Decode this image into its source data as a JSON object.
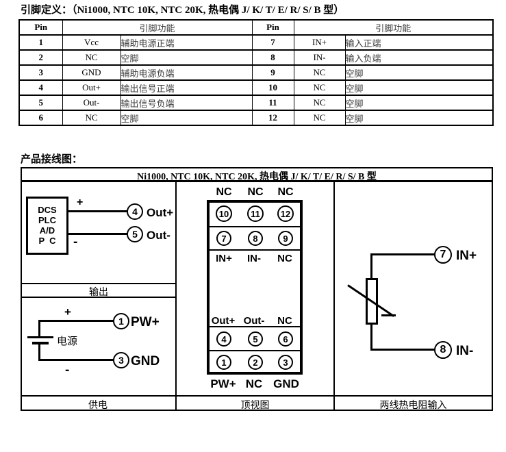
{
  "doc": {
    "pin_def_title": "引脚定义：（Ni1000, NTC 10K, NTC 20K, 热电偶 J/ K/ T/ E/ R/ S/ B 型）",
    "wiring_title": "产品接线图："
  },
  "pin_table": {
    "header": {
      "pin_left": "Pin",
      "func_left": "引脚功能",
      "pin_right": "Pin",
      "func_right": "引脚功能"
    },
    "rows": [
      [
        "1",
        "Vcc",
        "辅助电源正端",
        "7",
        "IN+",
        "输入正端"
      ],
      [
        "2",
        "NC",
        "空脚",
        "8",
        "IN-",
        "输入负端"
      ],
      [
        "3",
        "GND",
        "辅助电源负端",
        "9",
        "NC",
        "空脚"
      ],
      [
        "4",
        "Out+",
        "输出信号正端",
        "10",
        "NC",
        "空脚"
      ],
      [
        "5",
        "Out-",
        "输出信号负端",
        "11",
        "NC",
        "空脚"
      ],
      [
        "6",
        "NC",
        "空脚",
        "12",
        "NC",
        "空脚"
      ]
    ]
  },
  "diagram": {
    "title": "Ni1000, NTC 10K, NTC 20K,  热电偶 J/ K/ T/ E/ R/ S/ B  型",
    "output": {
      "device_lines": [
        "DCS",
        "PLC",
        "A/D",
        "P  C"
      ],
      "plus": "+",
      "minus": "-",
      "t4_num": "4",
      "t4_label": "Out+",
      "t5_num": "5",
      "t5_label": "Out-",
      "caption": "输出"
    },
    "power": {
      "plus": "+",
      "minus": "-",
      "source": "电源",
      "t1_num": "1",
      "t1_label": "PW+",
      "t3_num": "3",
      "t3_label": "GND",
      "caption": "供电"
    },
    "topview": {
      "top_nc": [
        "NC",
        "NC",
        "NC"
      ],
      "row1": [
        "10",
        "11",
        "12"
      ],
      "row2": [
        "7",
        "8",
        "9"
      ],
      "in_labels": [
        "IN+",
        "IN-",
        "NC"
      ],
      "out_labels": [
        "Out+",
        "Out-",
        "NC"
      ],
      "row3": [
        "4",
        "5",
        "6"
      ],
      "row4": [
        "1",
        "2",
        "3"
      ],
      "bottom_labels": [
        "PW+",
        "NC",
        "GND"
      ],
      "caption": "顶视图"
    },
    "rtd": {
      "t7_num": "7",
      "t7_label": "IN+",
      "t8_num": "8",
      "t8_label": "IN-",
      "caption": "两线热电阻输入"
    }
  },
  "colors": {
    "ink": "#000000",
    "paper": "#ffffff",
    "gray_text": "#3d3d3d"
  }
}
